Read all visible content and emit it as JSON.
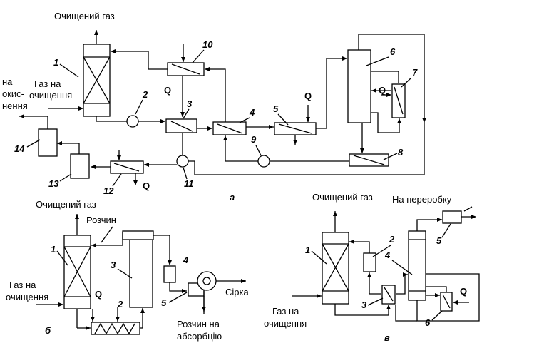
{
  "scheme_a": {
    "labels": {
      "cleaned_gas": "Очищений газ",
      "gas_to_clean": "Газ на очищення",
      "to_oxidation": "на окис-нення",
      "q": "Q",
      "letter": "а"
    },
    "numbers": [
      "1",
      "2",
      "3",
      "4",
      "5",
      "6",
      "7",
      "8",
      "9",
      "10",
      "11",
      "12",
      "13",
      "14"
    ]
  },
  "scheme_b": {
    "labels": {
      "cleaned_gas": "Очищений газ",
      "solution": "Розчин",
      "gas_to_clean": "Газ на очищення",
      "sulfur": "Сірка",
      "solution_to_absorption": "Розчин на абсорбцію",
      "q": "Q",
      "letter": "б"
    },
    "numbers": [
      "1",
      "2",
      "3",
      "4",
      "5"
    ]
  },
  "scheme_c": {
    "labels": {
      "cleaned_gas": "Очищений газ",
      "to_processing": "На переробку",
      "gas_to_clean": "Газ на очищення",
      "q": "Q",
      "letter": "в"
    },
    "numbers": [
      "1",
      "2",
      "3",
      "4",
      "5",
      "6"
    ]
  }
}
